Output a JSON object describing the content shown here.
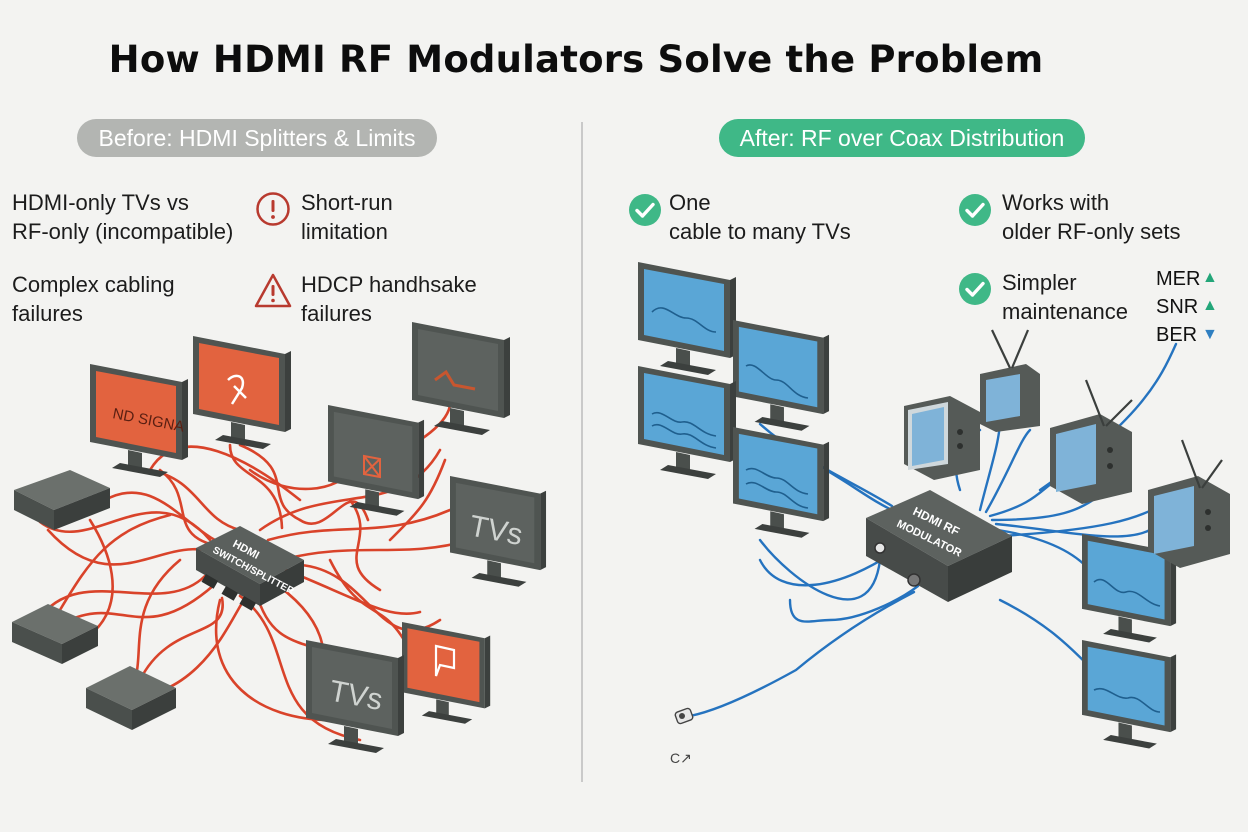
{
  "title": "How HDMI RF Modulators Solve the Problem",
  "before": {
    "header": "Before: HDMI Splitters & Limits",
    "problems": [
      {
        "line1": "HDMI-only TVs vs",
        "line2": "RF-only (incompatible)",
        "icon": "none"
      },
      {
        "line1": "Short-run",
        "line2": "limitation",
        "icon": "exclamation-circle-icon"
      },
      {
        "line1": "Complex cabling",
        "line2": "failures",
        "icon": "none"
      },
      {
        "line1": "HDCP handhsake",
        "line2": "failures",
        "icon": "warning-triangle-icon"
      }
    ],
    "device_label_1": "HDMI",
    "device_label_2": "SWITCH/SPLITTER",
    "screen_texts": [
      "ND SIGNA",
      "TVs",
      "TVs"
    ]
  },
  "after": {
    "header": "After: RF over Coax Distribution",
    "benefits": [
      {
        "line1": "One",
        "line2": "cable to many TVs",
        "icon": "check-circle-icon"
      },
      {
        "line1": "Works with",
        "line2": "older RF-only sets",
        "icon": "check-circle-icon"
      },
      {
        "line1": "Simpler",
        "line2": "maintenance",
        "icon": "check-circle-icon"
      }
    ],
    "metrics": [
      {
        "label": "MER",
        "arrow": "▲"
      },
      {
        "label": "SNR",
        "arrow": "▲"
      },
      {
        "label": "BER",
        "arrow": "▼"
      }
    ],
    "device_label_1": "HDMI RF",
    "device_label_2": "MODULATOR",
    "connector_label": "C↗"
  },
  "colors": {
    "accent_green": "#3fb887",
    "before_pill": "#b3b5b2",
    "cable_red": "#d9432a",
    "cable_blue": "#2573bf",
    "screen_orange": "#e2633f",
    "screen_blue": "#5aa6d6",
    "device_gray": "#535855",
    "warning_red": "#b83a2f"
  }
}
